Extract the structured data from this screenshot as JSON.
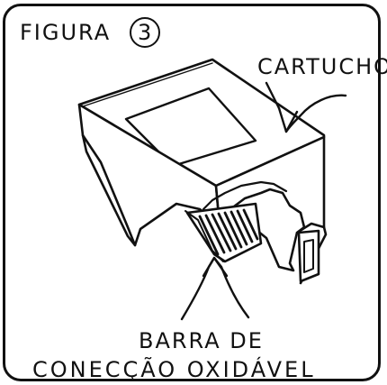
{
  "figure": {
    "label": "FIGURA",
    "number": "3"
  },
  "labels": {
    "cartridge": "CARTUCHO",
    "bar_line1": "BARRA DE",
    "bar_line2": "CONECÇÃO OXIDÁVEL"
  },
  "colors": {
    "ink": "#111111",
    "paper": "#ffffff"
  }
}
